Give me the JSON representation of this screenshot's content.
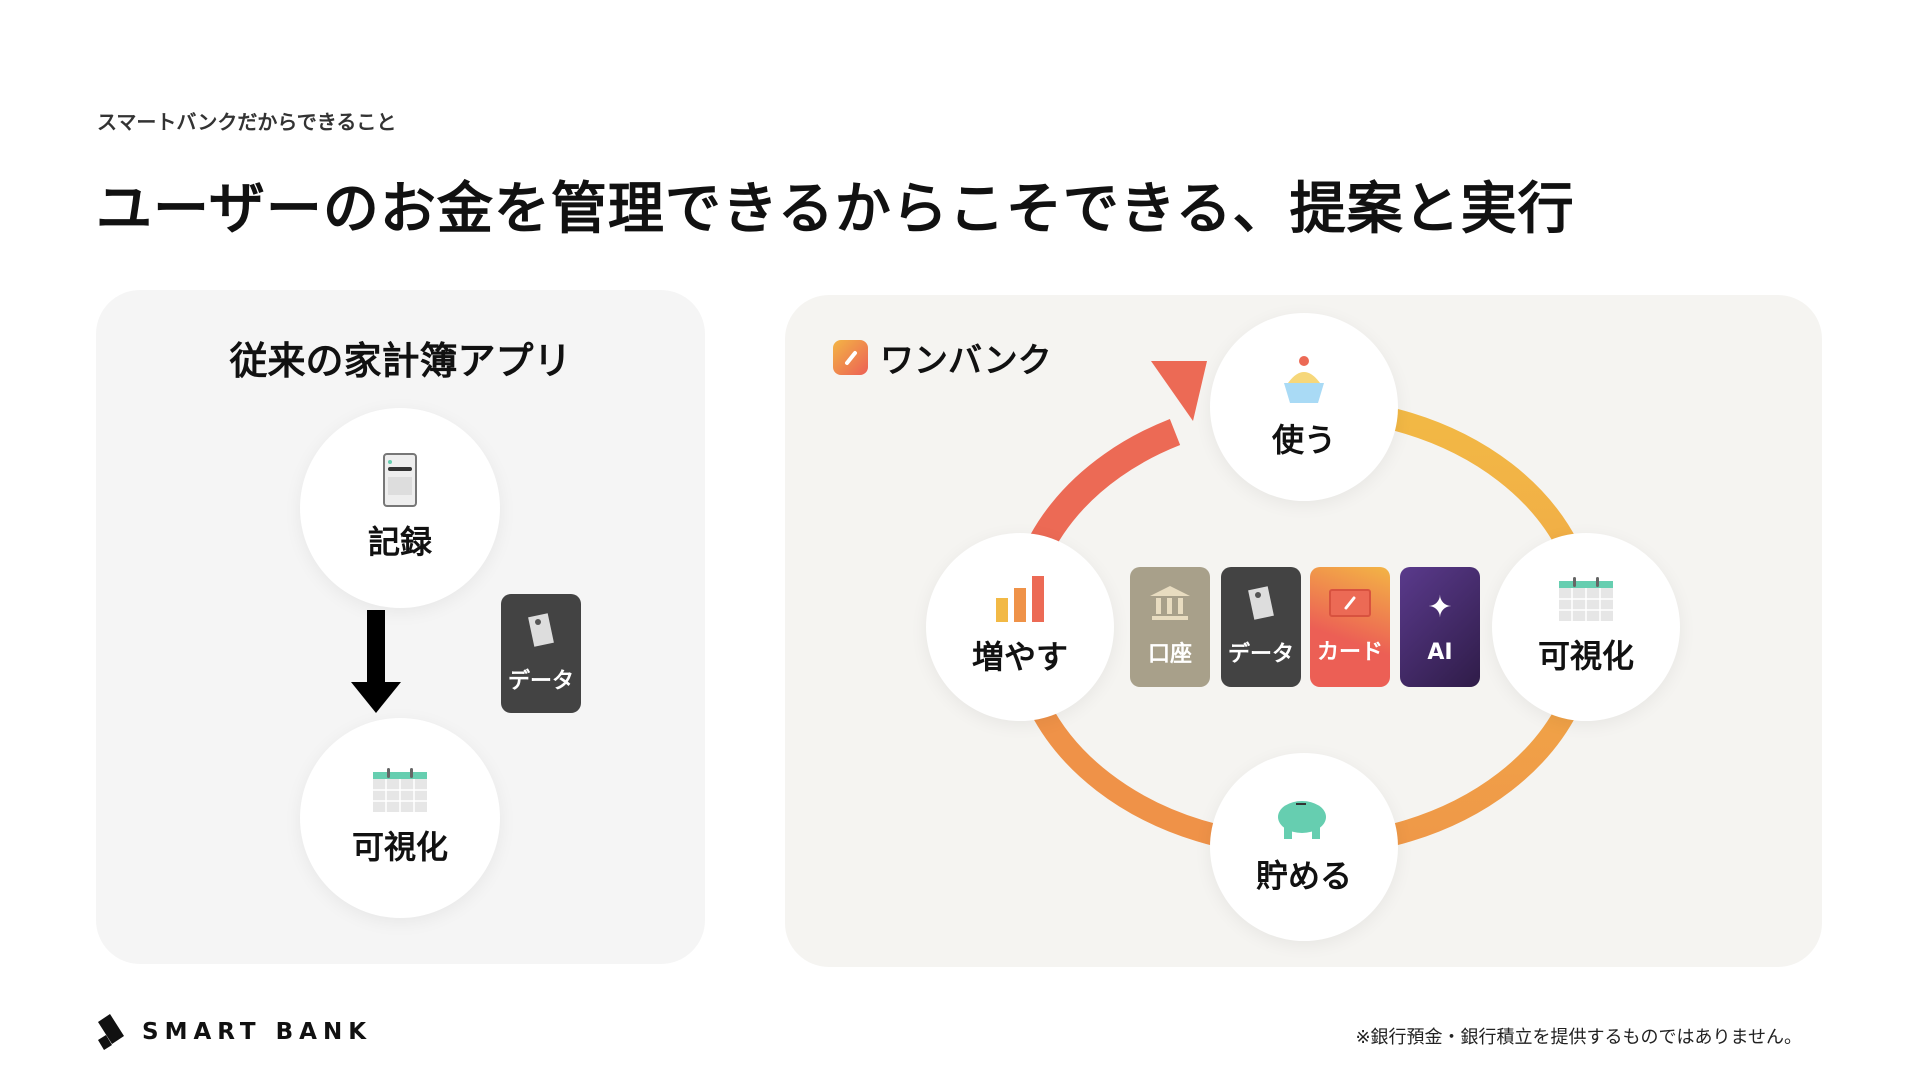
{
  "header": {
    "subtitle": "スマートバンクだからできること",
    "title": "ユーザーのお金を管理できるからこそできる、提案と実行"
  },
  "left_panel": {
    "title": "従来の家計簿アプリ",
    "steps": [
      {
        "label": "記録",
        "icon": "phone-keypad-icon"
      },
      {
        "label": "可視化",
        "icon": "calendar-icon"
      }
    ],
    "data_card": {
      "label": "データ",
      "icon": "receipt-icon"
    }
  },
  "right_panel": {
    "brand": "ワンバンク",
    "cycle": [
      {
        "label": "使う",
        "icon": "cupcake-icon"
      },
      {
        "label": "可視化",
        "icon": "calendar-icon"
      },
      {
        "label": "貯める",
        "icon": "piggy-bank-icon"
      },
      {
        "label": "増やす",
        "icon": "bar-chart-icon"
      }
    ],
    "cards": [
      {
        "label": "口座",
        "icon": "bank-icon",
        "color": "#a8a08a"
      },
      {
        "label": "データ",
        "icon": "receipt-icon",
        "color": "#434343"
      },
      {
        "label": "カード",
        "icon": "card-icon",
        "color": "#ee6d50"
      },
      {
        "label": "AI",
        "icon": "sparkle-icon",
        "color": "#4a2d6e"
      }
    ]
  },
  "footer": {
    "logo": "SMART BANK",
    "disclaimer": "※銀行預金・銀行積立を提供するものではありません。"
  },
  "colors": {
    "red": "#ec6a55",
    "orange": "#ef9848",
    "yellow": "#f2b945",
    "teal": "#66ceb0"
  }
}
